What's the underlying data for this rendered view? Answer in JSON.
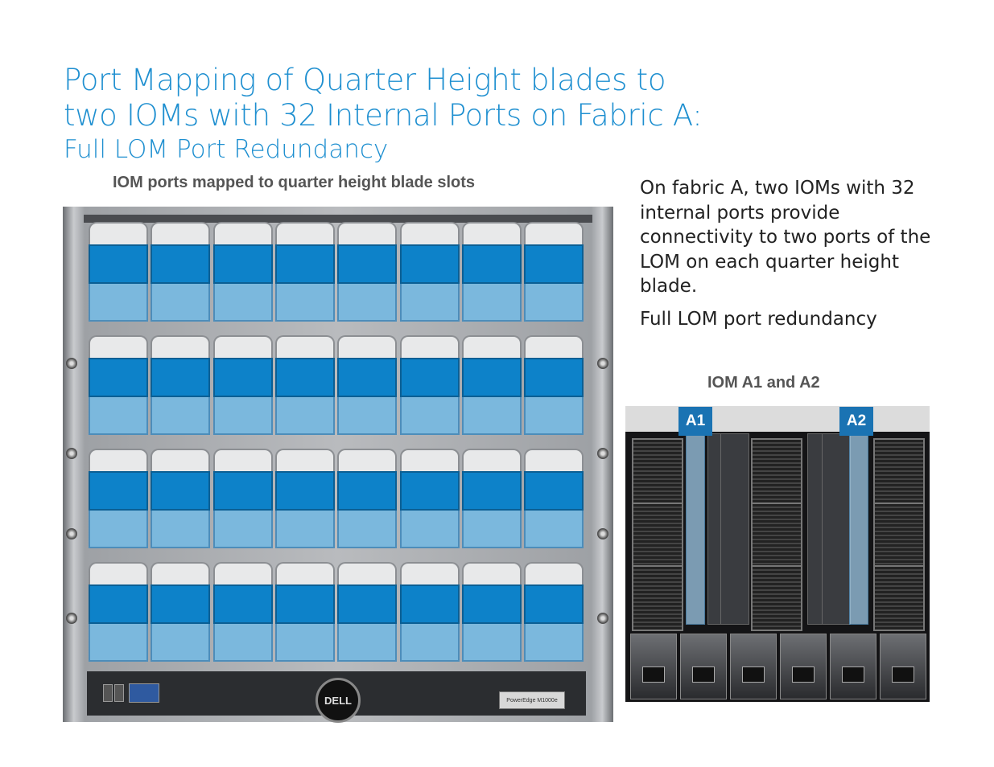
{
  "title": {
    "line1": "Port Mapping of Quarter Height blades to",
    "line2": "two IOMs with 32 Internal Ports on Fabric A:",
    "line3": "Full LOM Port Redundancy"
  },
  "left_caption": "IOM ports mapped to quarter height blade slots",
  "description": {
    "p1": "On fabric A, two IOMs with 32 internal ports provide connectivity to two ports of the LOM on each quarter height blade.",
    "p2": "Full LOM port redundancy"
  },
  "right_caption": "IOM A1 and A2",
  "iom_labels": {
    "a1": "A1",
    "a2": "A2"
  },
  "front_chassis": {
    "blade_rows": 4,
    "slots_per_row": 8,
    "logo_text": "DELL",
    "model_tag": "PowerEdge M1000e"
  },
  "colors": {
    "title": "#1e8fd0",
    "port_dark": "#0d82c9",
    "port_light": "#7bb8dd",
    "iom_label_bg": "#1a73b3"
  }
}
